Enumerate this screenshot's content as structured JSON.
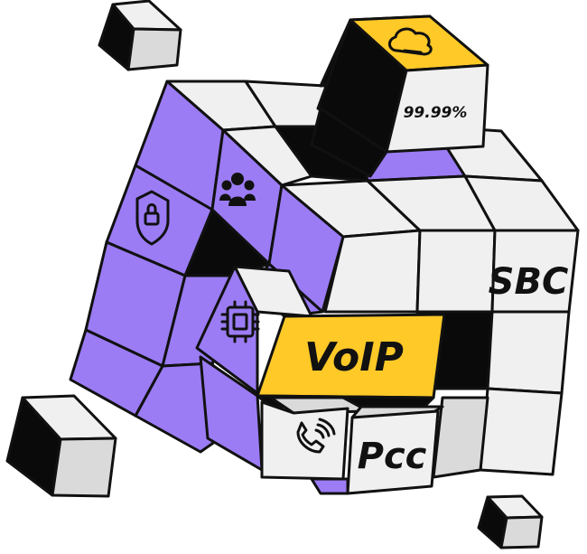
{
  "colors": {
    "purple": "#9b7cf4",
    "purple_dark": "#8a6be6",
    "yellow": "#ffc928",
    "black": "#0a0a0a",
    "light": "#f0f0f0",
    "mid": "#dadada",
    "outline": "#111111"
  },
  "labels": {
    "uptime": "99.99%",
    "sbc": "SBC",
    "voip": "VoIP",
    "pcc": "Pcc"
  },
  "icons": {
    "top_cube": "cloud-icon",
    "team": "people-icon",
    "security": "shield-lock-icon",
    "processor": "chip-icon",
    "call": "phone-call-icon"
  }
}
